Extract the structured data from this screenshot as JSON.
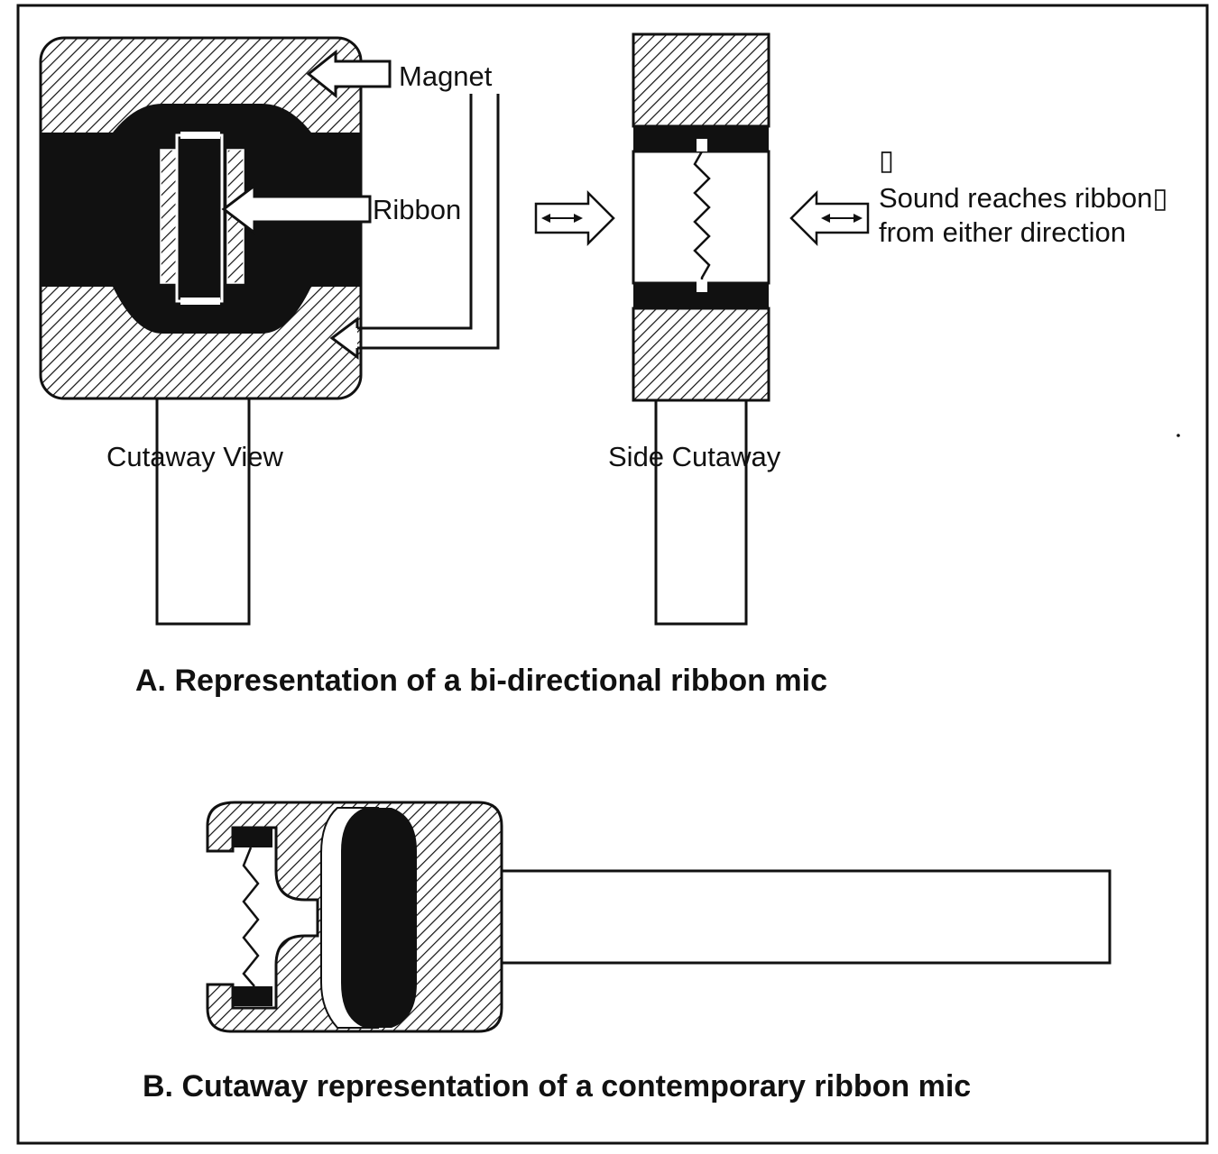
{
  "panel_a": {
    "label_magnet": "Magnet",
    "label_ribbon": "Ribbon",
    "label_cutaway_view": "Cutaway View",
    "label_side_cutaway": "Side Cutaway",
    "sound_note": {
      "glyph": "▯",
      "line1": "Sound reaches ribbon▯",
      "line2": "from either direction"
    },
    "caption": "A. Representation of a bi-directional ribbon mic"
  },
  "panel_b": {
    "caption": "B. Cutaway representation of a contemporary ribbon mic"
  },
  "colors": {
    "ink": "#111111",
    "paper": "#ffffff"
  },
  "icons": [
    "double-arrow-icon",
    "hollow-arrow-icon"
  ]
}
